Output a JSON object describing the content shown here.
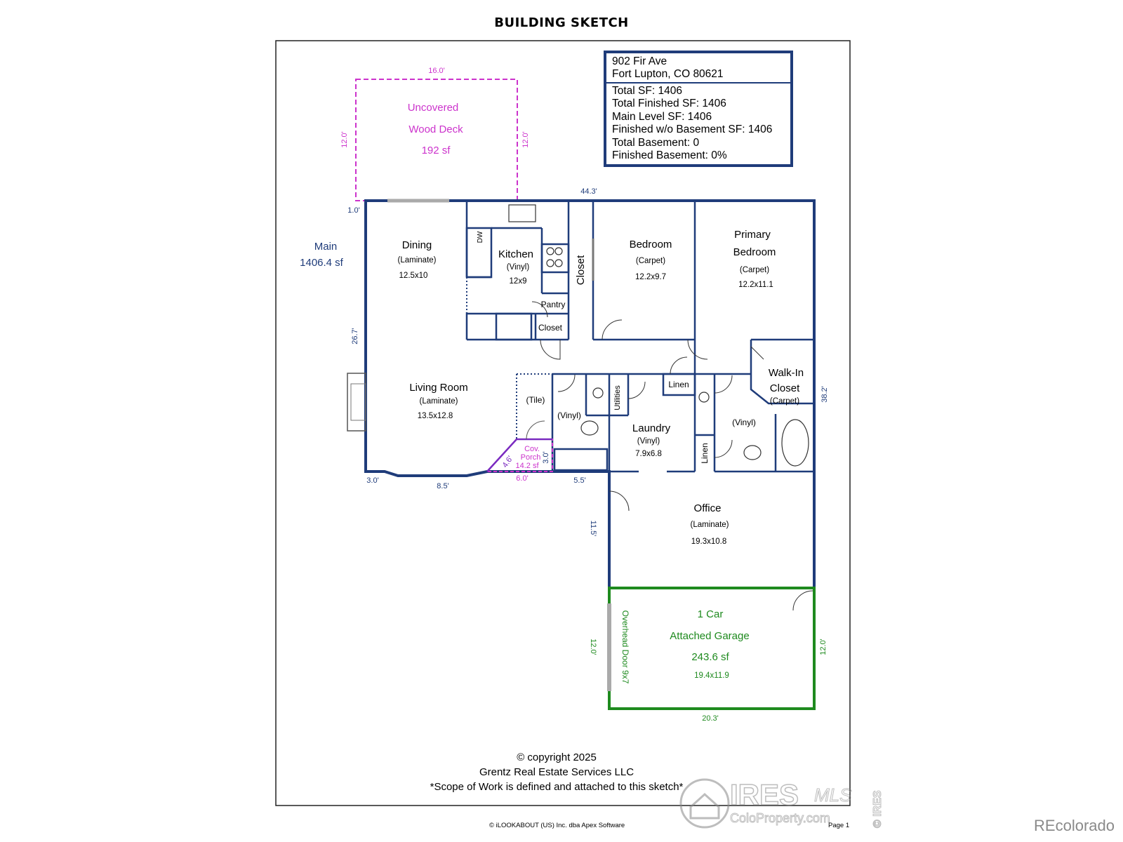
{
  "title": "BUILDING SKETCH",
  "info": {
    "address_line1": "902 Fir Ave",
    "address_line2": "Fort Lupton, CO 80621",
    "stats": [
      "Total SF: 1406",
      "Total Finished SF: 1406",
      "Main Level SF: 1406",
      "Finished w/o Basement SF: 1406",
      "Total Basement: 0",
      "Finished Basement: 0%"
    ]
  },
  "main_label": "Main",
  "main_area": "1406.4 sf",
  "deck": {
    "line1": "Uncovered",
    "line2": "Wood Deck",
    "area": "192 sf",
    "dim_top": "16.0'",
    "dim_left": "12.0'",
    "dim_right": "12.0'"
  },
  "rooms": {
    "dining": {
      "name": "Dining",
      "floor": "(Laminate)",
      "size": "12.5x10"
    },
    "kitchen": {
      "name": "Kitchen",
      "floor": "(Vinyl)",
      "size": "12x9",
      "dw": "DW"
    },
    "closet_vertical": "Closet",
    "pantry": "Pantry",
    "closet_small": "Closet",
    "bedroom": {
      "name": "Bedroom",
      "floor": "(Carpet)",
      "size": "12.2x9.7"
    },
    "primary": {
      "name1": "Primary",
      "name2": "Bedroom",
      "floor": "(Carpet)",
      "size": "12.2x11.1"
    },
    "living": {
      "name": "Living Room",
      "floor": "(Laminate)",
      "size": "13.5x12.8"
    },
    "tile": "(Tile)",
    "bath1_floor": "(Vinyl)",
    "utilities": "Utilities",
    "linen_top": "Linen",
    "linen_vertical": "Linen",
    "laundry": {
      "name": "Laundry",
      "floor": "(Vinyl)",
      "size": "7.9x6.8"
    },
    "walkin": {
      "name1": "Walk-In",
      "name2": "Closet",
      "floor": "(Carpet)"
    },
    "bath2_floor": "(Vinyl)",
    "porch": {
      "line1": "Cov.",
      "line2": "Porch",
      "area": "14.2 sf"
    },
    "office": {
      "name": "Office",
      "floor": "(Laminate)",
      "size": "19.3x10.8"
    },
    "garage": {
      "line1": "1 Car",
      "line2": "Attached Garage",
      "area": "243.6 sf",
      "size": "19.4x11.9",
      "door": "Overhead Door 9x7"
    }
  },
  "dims": {
    "top": "44.3'",
    "deck_gap": "1.0'",
    "left": "26.7'",
    "right": "38.2'",
    "bottom_a": "3.0'",
    "bottom_b": "8.5'",
    "porch_diag": "4.6'",
    "porch_side": "3.0'",
    "porch_bottom": "6.0'",
    "bottom_c": "5.5'",
    "office_left": "11.5'",
    "garage_left": "12.0'",
    "garage_right": "12.0'",
    "garage_bottom": "20.3'"
  },
  "footer": {
    "copyright": "© copyright 2025",
    "company": "Grentz Real Estate Services LLC",
    "scope": "*Scope of Work is defined and attached to this sketch*",
    "software": "© iLOOKABOUT (US) Inc. dba Apex Software",
    "page": "Page 1"
  },
  "watermark": {
    "brand": "IRES",
    "mls": "MLS",
    "site": "ColoProperty.com",
    "vertical": "© IRES"
  },
  "corner_brand": "REcolorado",
  "colors": {
    "wall": "#1f3c7a",
    "deck": "#cc33cc",
    "garage": "#1e8a1e",
    "text_blue": "#1f3c7a"
  }
}
